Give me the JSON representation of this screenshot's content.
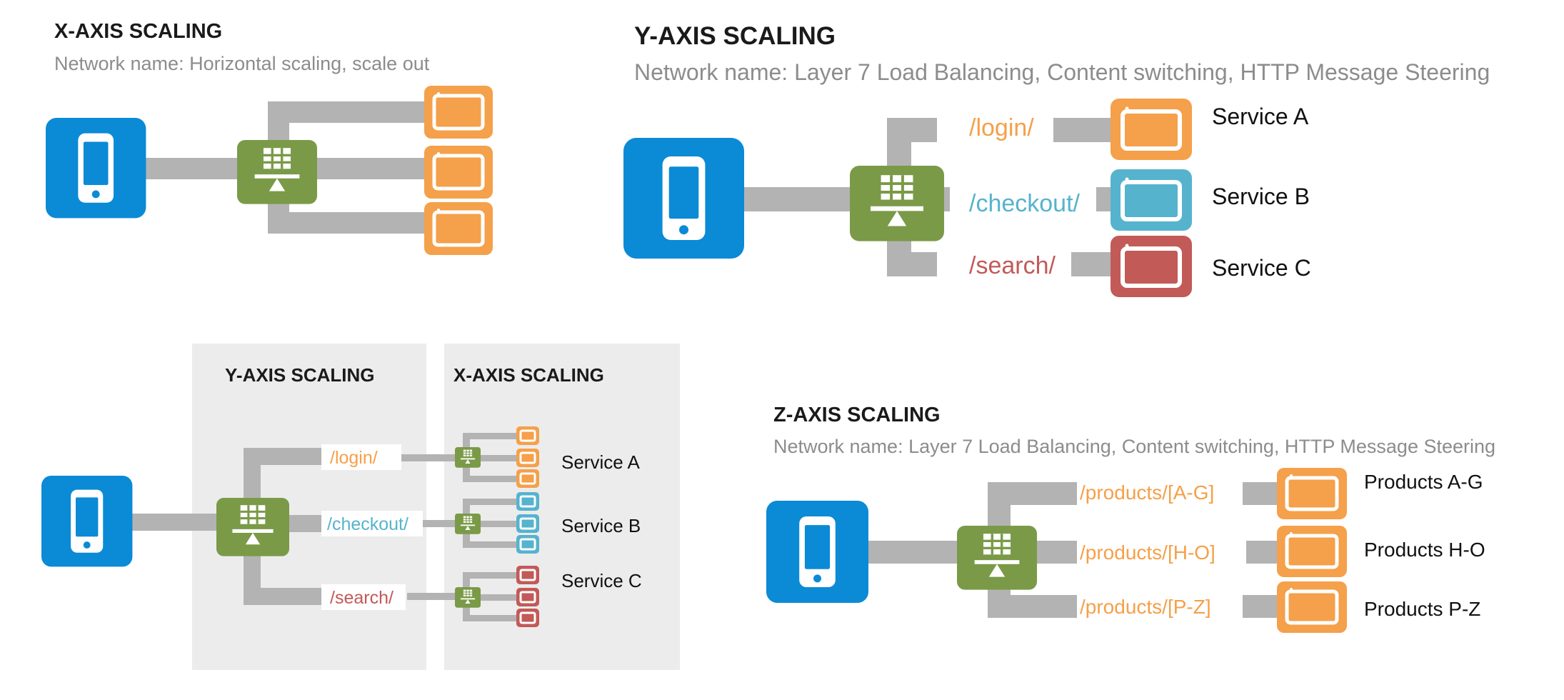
{
  "colors": {
    "client_blue": "#0b8ad6",
    "balancer_green": "#7a9a47",
    "pipe_gray": "#b3b3b3",
    "panel_gray": "#ececec",
    "service_orange": "#f5a04a",
    "service_teal": "#56b3cd",
    "service_red": "#c25a58",
    "title_text": "#1a1a1a",
    "subtitle_text": "#8c8c8c"
  },
  "icons": {
    "client": "smartphone-icon",
    "balancer": "load-balancer-icon",
    "service": "app-window-icon"
  },
  "x_axis": {
    "title": "X-AXIS SCALING",
    "subtitle": "Network name: Horizontal scaling, scale out",
    "instances": 3
  },
  "y_axis": {
    "title": "Y-AXIS SCALING",
    "subtitle": "Network name: Layer 7 Load Balancing, Content switching, HTTP Message Steering",
    "routes": [
      {
        "path": "/login/",
        "service": "Service A",
        "color": "orange"
      },
      {
        "path": "/checkout/",
        "service": "Service B",
        "color": "teal"
      },
      {
        "path": "/search/",
        "service": "Service C",
        "color": "red"
      }
    ]
  },
  "combined": {
    "y_panel_title": "Y-AXIS SCALING",
    "x_panel_title": "X-AXIS SCALING",
    "routes": [
      {
        "path": "/login/",
        "service": "Service A",
        "color": "orange"
      },
      {
        "path": "/checkout/",
        "service": "Service B",
        "color": "teal"
      },
      {
        "path": "/search/",
        "service": "Service C",
        "color": "red"
      }
    ]
  },
  "z_axis": {
    "title": "Z-AXIS SCALING",
    "subtitle": "Network name: Layer 7 Load Balancing, Content switching, HTTP Message Steering",
    "routes": [
      {
        "path": "/products/[A-G]",
        "service": "Products A-G"
      },
      {
        "path": "/products/[H-O]",
        "service": "Products H-O"
      },
      {
        "path": "/products/[P-Z]",
        "service": "Products P-Z"
      }
    ]
  }
}
